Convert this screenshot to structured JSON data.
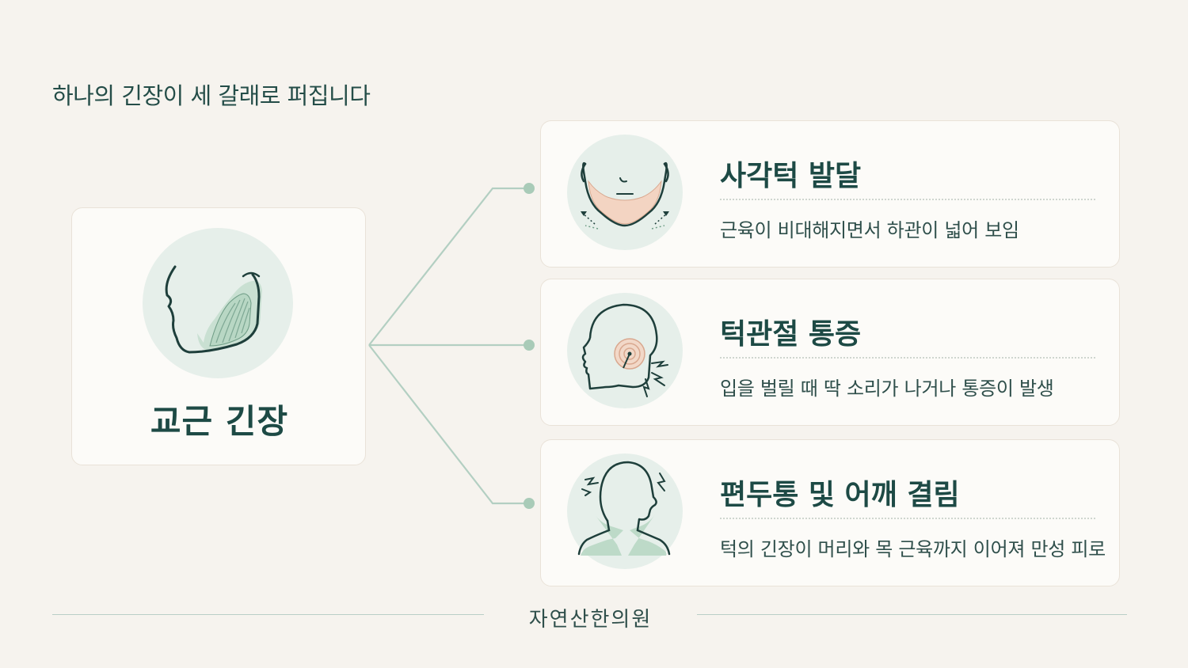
{
  "title": "하나의 긴장이 세 갈래로 퍼집니다",
  "source": {
    "label": "교근 긴장"
  },
  "effects": [
    {
      "title": "사각턱 발달",
      "description": "근육이 비대해지면서 하관이 넓어 보임"
    },
    {
      "title": "턱관절 통증",
      "description": "입을 벌릴 때 딱 소리가 나거나 통증이 발생"
    },
    {
      "title": "편두통 및 어깨 결림",
      "description": "턱의 긴장이 머리와 목 근육까지 이어져 만성 피로"
    }
  ],
  "footer": {
    "brand": "자연산한의원"
  },
  "colors": {
    "background": "#f6f3ee",
    "text_dark_green": "#1d4a45",
    "accent_sage": "#a9cbb8",
    "circle_mint": "#e6efea",
    "muscle_peach": "#f3d4c2"
  }
}
